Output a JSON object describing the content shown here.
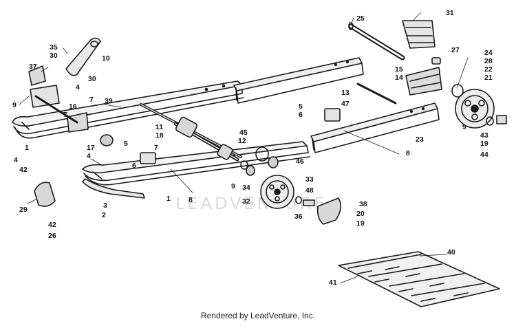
{
  "watermark": "LEADVENTURE",
  "footer": "Rendered by LeadVenture, Inc.",
  "callouts": [
    {
      "text": "35"
    },
    {
      "text": "30"
    },
    {
      "text": "10"
    },
    {
      "text": "37"
    },
    {
      "text": "30"
    },
    {
      "text": "4"
    },
    {
      "text": "7"
    },
    {
      "text": "16"
    },
    {
      "text": "9"
    },
    {
      "text": "7"
    },
    {
      "text": "39"
    },
    {
      "text": "1"
    },
    {
      "text": "11"
    },
    {
      "text": "18"
    },
    {
      "text": "17"
    },
    {
      "text": "5"
    },
    {
      "text": "7"
    },
    {
      "text": "4"
    },
    {
      "text": "4"
    },
    {
      "text": "42"
    },
    {
      "text": "6"
    },
    {
      "text": "29"
    },
    {
      "text": "3"
    },
    {
      "text": "2"
    },
    {
      "text": "42"
    },
    {
      "text": "26"
    },
    {
      "text": "1"
    },
    {
      "text": "8"
    },
    {
      "text": "45"
    },
    {
      "text": "12"
    },
    {
      "text": "46"
    },
    {
      "text": "9"
    },
    {
      "text": "34"
    },
    {
      "text": "32"
    },
    {
      "text": "33"
    },
    {
      "text": "48"
    },
    {
      "text": "36"
    },
    {
      "text": "38"
    },
    {
      "text": "20"
    },
    {
      "text": "19"
    },
    {
      "text": "25"
    },
    {
      "text": "31"
    },
    {
      "text": "27"
    },
    {
      "text": "24"
    },
    {
      "text": "28"
    },
    {
      "text": "22"
    },
    {
      "text": "21"
    },
    {
      "text": "15"
    },
    {
      "text": "14"
    },
    {
      "text": "13"
    },
    {
      "text": "47"
    },
    {
      "text": "5"
    },
    {
      "text": "6"
    },
    {
      "text": "9"
    },
    {
      "text": "43"
    },
    {
      "text": "19"
    },
    {
      "text": "44"
    },
    {
      "text": "23"
    },
    {
      "text": "8"
    },
    {
      "text": "40"
    },
    {
      "text": "41"
    }
  ]
}
